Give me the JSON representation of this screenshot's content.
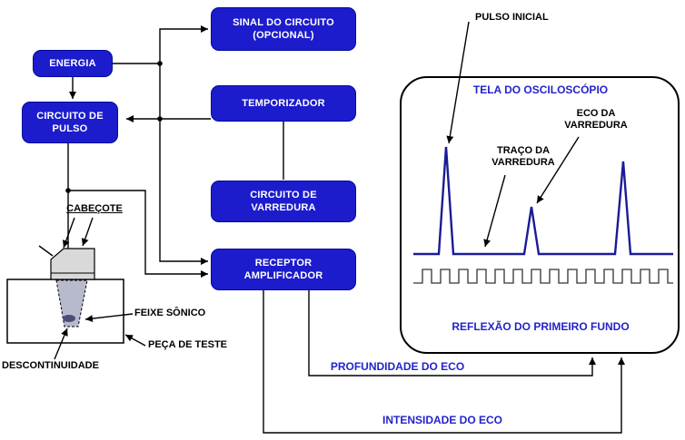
{
  "colors": {
    "box_blue": "#1c1ccd",
    "label_blue": "#2323cb",
    "wave_blue": "#1b1b96"
  },
  "blocks": {
    "energia": {
      "label": "ENERGIA"
    },
    "circuito_de_pulso": {
      "label": "CIRCUITO DE PULSO"
    },
    "sinal_do_circuito": {
      "label": "SINAL DO CIRCUITO (OPCIONAL)"
    },
    "temporizador": {
      "label": "TEMPORIZADOR"
    },
    "circuito_de_varredura": {
      "label": "CIRCUITO DE VARREDURA"
    },
    "receptor_amplificador": {
      "label": "RECEPTOR AMPLIFICADOR"
    }
  },
  "probe_assembly": {
    "cabecote": "CABEÇOTE",
    "feixe_sonico": "FEIXE SÔNICO",
    "peca_de_teste": "PEÇA DE TESTE",
    "descontinuidade": "DESCONTINUIDADE"
  },
  "oscilloscope": {
    "pulso_inicial": "PULSO INICIAL",
    "tela_do_osciloscopio": "TELA DO OSCILOSCÓPIO",
    "eco_da_varredura": "ECO DA VARREDURA",
    "traco_da_varredura": "TRAÇO DA VARREDURA",
    "reflexao_primeiro_fundo": "REFLEXÃO DO PRIMEIRO FUNDO"
  },
  "signals": {
    "profundidade_do_eco": "PROFUNDIDADE DO ECO",
    "intensidade_do_eco": "INTENSIDADE DO ECO"
  }
}
